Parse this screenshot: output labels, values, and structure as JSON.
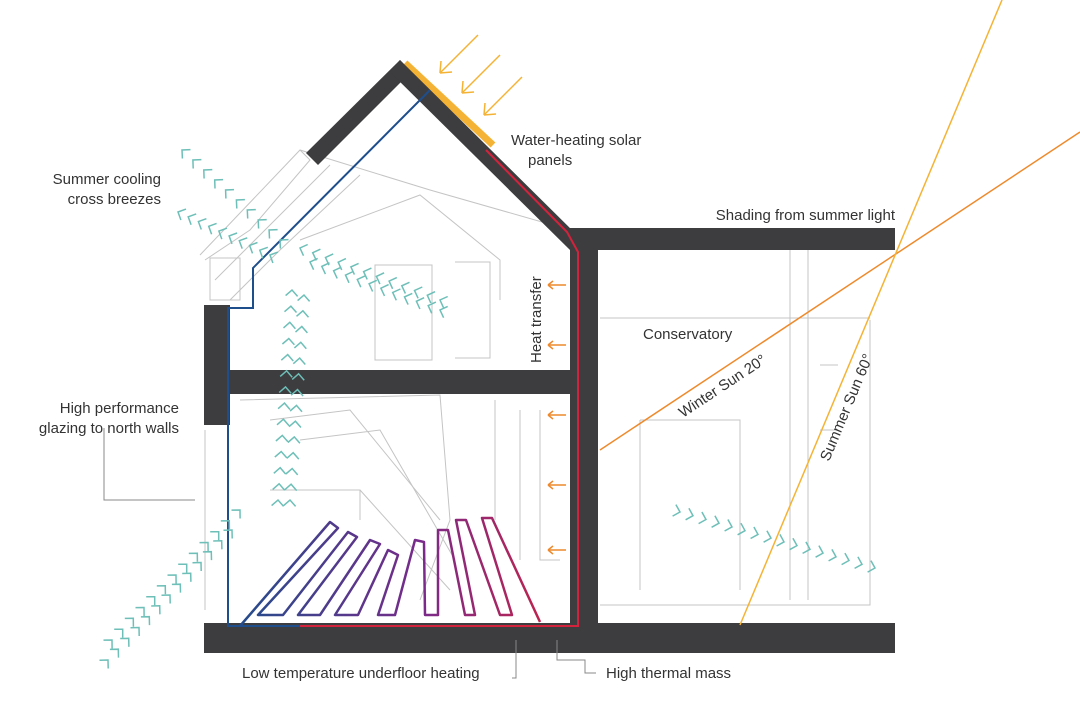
{
  "labels": {
    "solar_line1": "Water-heating solar",
    "solar_line2": "panels",
    "cooling_line1": "Summer cooling",
    "cooling_line2": "cross breezes",
    "shading": "Shading from summer light",
    "heat_transfer": "Heat transfer",
    "conservatory": "Conservatory",
    "winter_sun": "Winter Sun 20°",
    "summer_sun": "Summer Sun 60°",
    "glazing_line1": "High performance",
    "glazing_line2": "glazing to north walls",
    "underfloor": "Low temperature underfloor heating",
    "thermal_mass": "High thermal mass"
  },
  "colors": {
    "wall": "#3d3d3f",
    "solar_panel": "#f5b335",
    "sun_ray": "#f5b335",
    "winter_sun_line": "#ee8a2c",
    "heat_arrow": "#ee8a2c",
    "breeze": "#6dbfb8",
    "cold_pipe": "#1f4e8c",
    "hot_pipe": "#d3223c",
    "sketch": "#c4c4c4"
  }
}
